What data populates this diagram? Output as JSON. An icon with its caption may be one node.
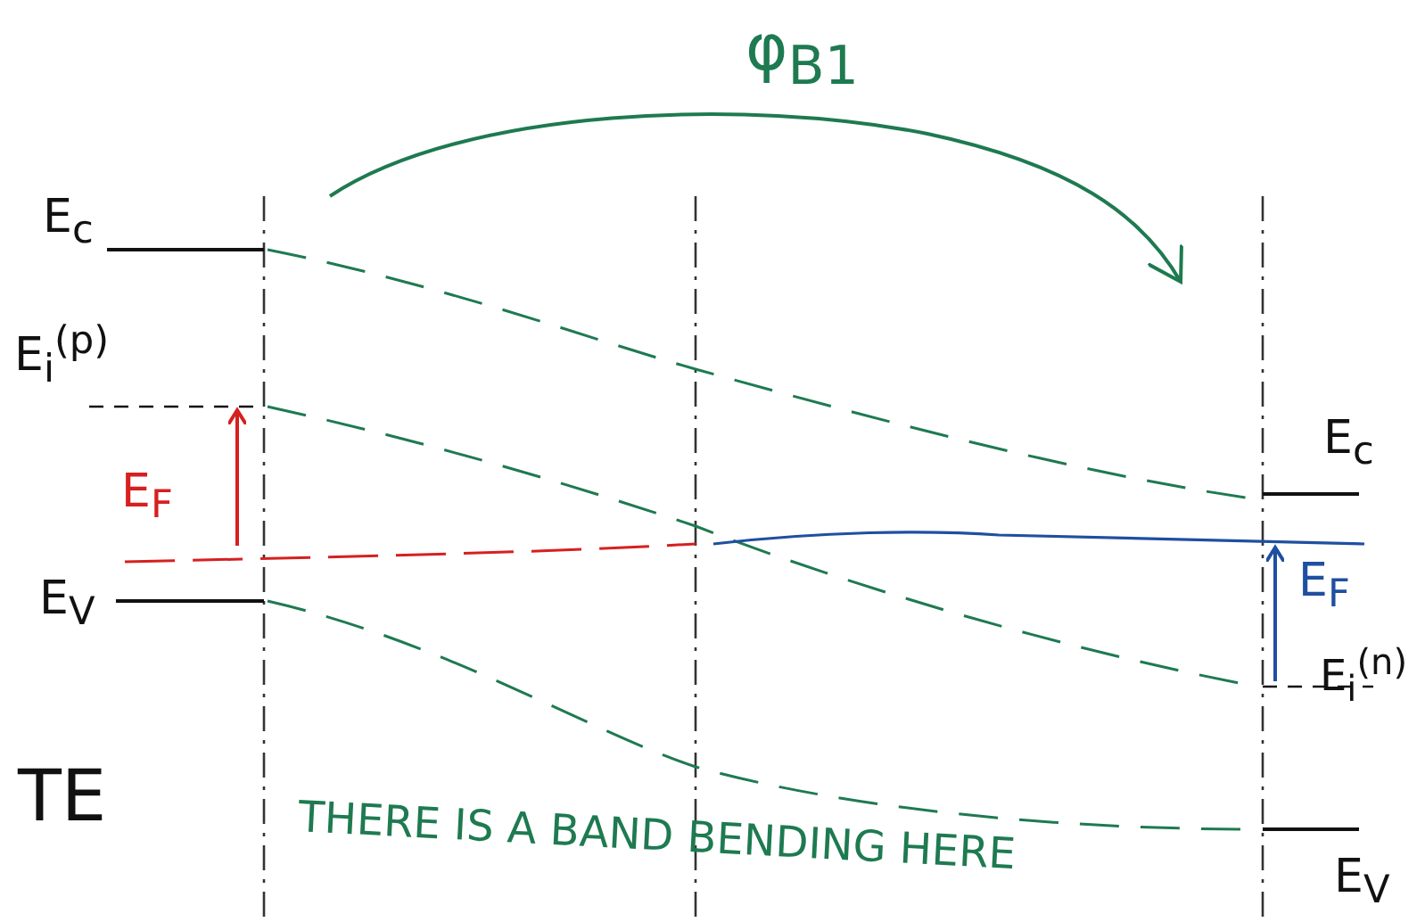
{
  "diagram": {
    "labels": [
      "φ$_{B1}$",
      "E$_{c}$",
      "E$_{i}$$^{(p)}$",
      "E$_{F}$",
      "E$_{V}$",
      "TE",
      "THERE IS A BAND BENDING HERE",
      "E$_{c}$",
      "E$_{F}$",
      "E$_{i}$$^{(n)}$",
      "E$_{V}$"
    ]
  }
}
